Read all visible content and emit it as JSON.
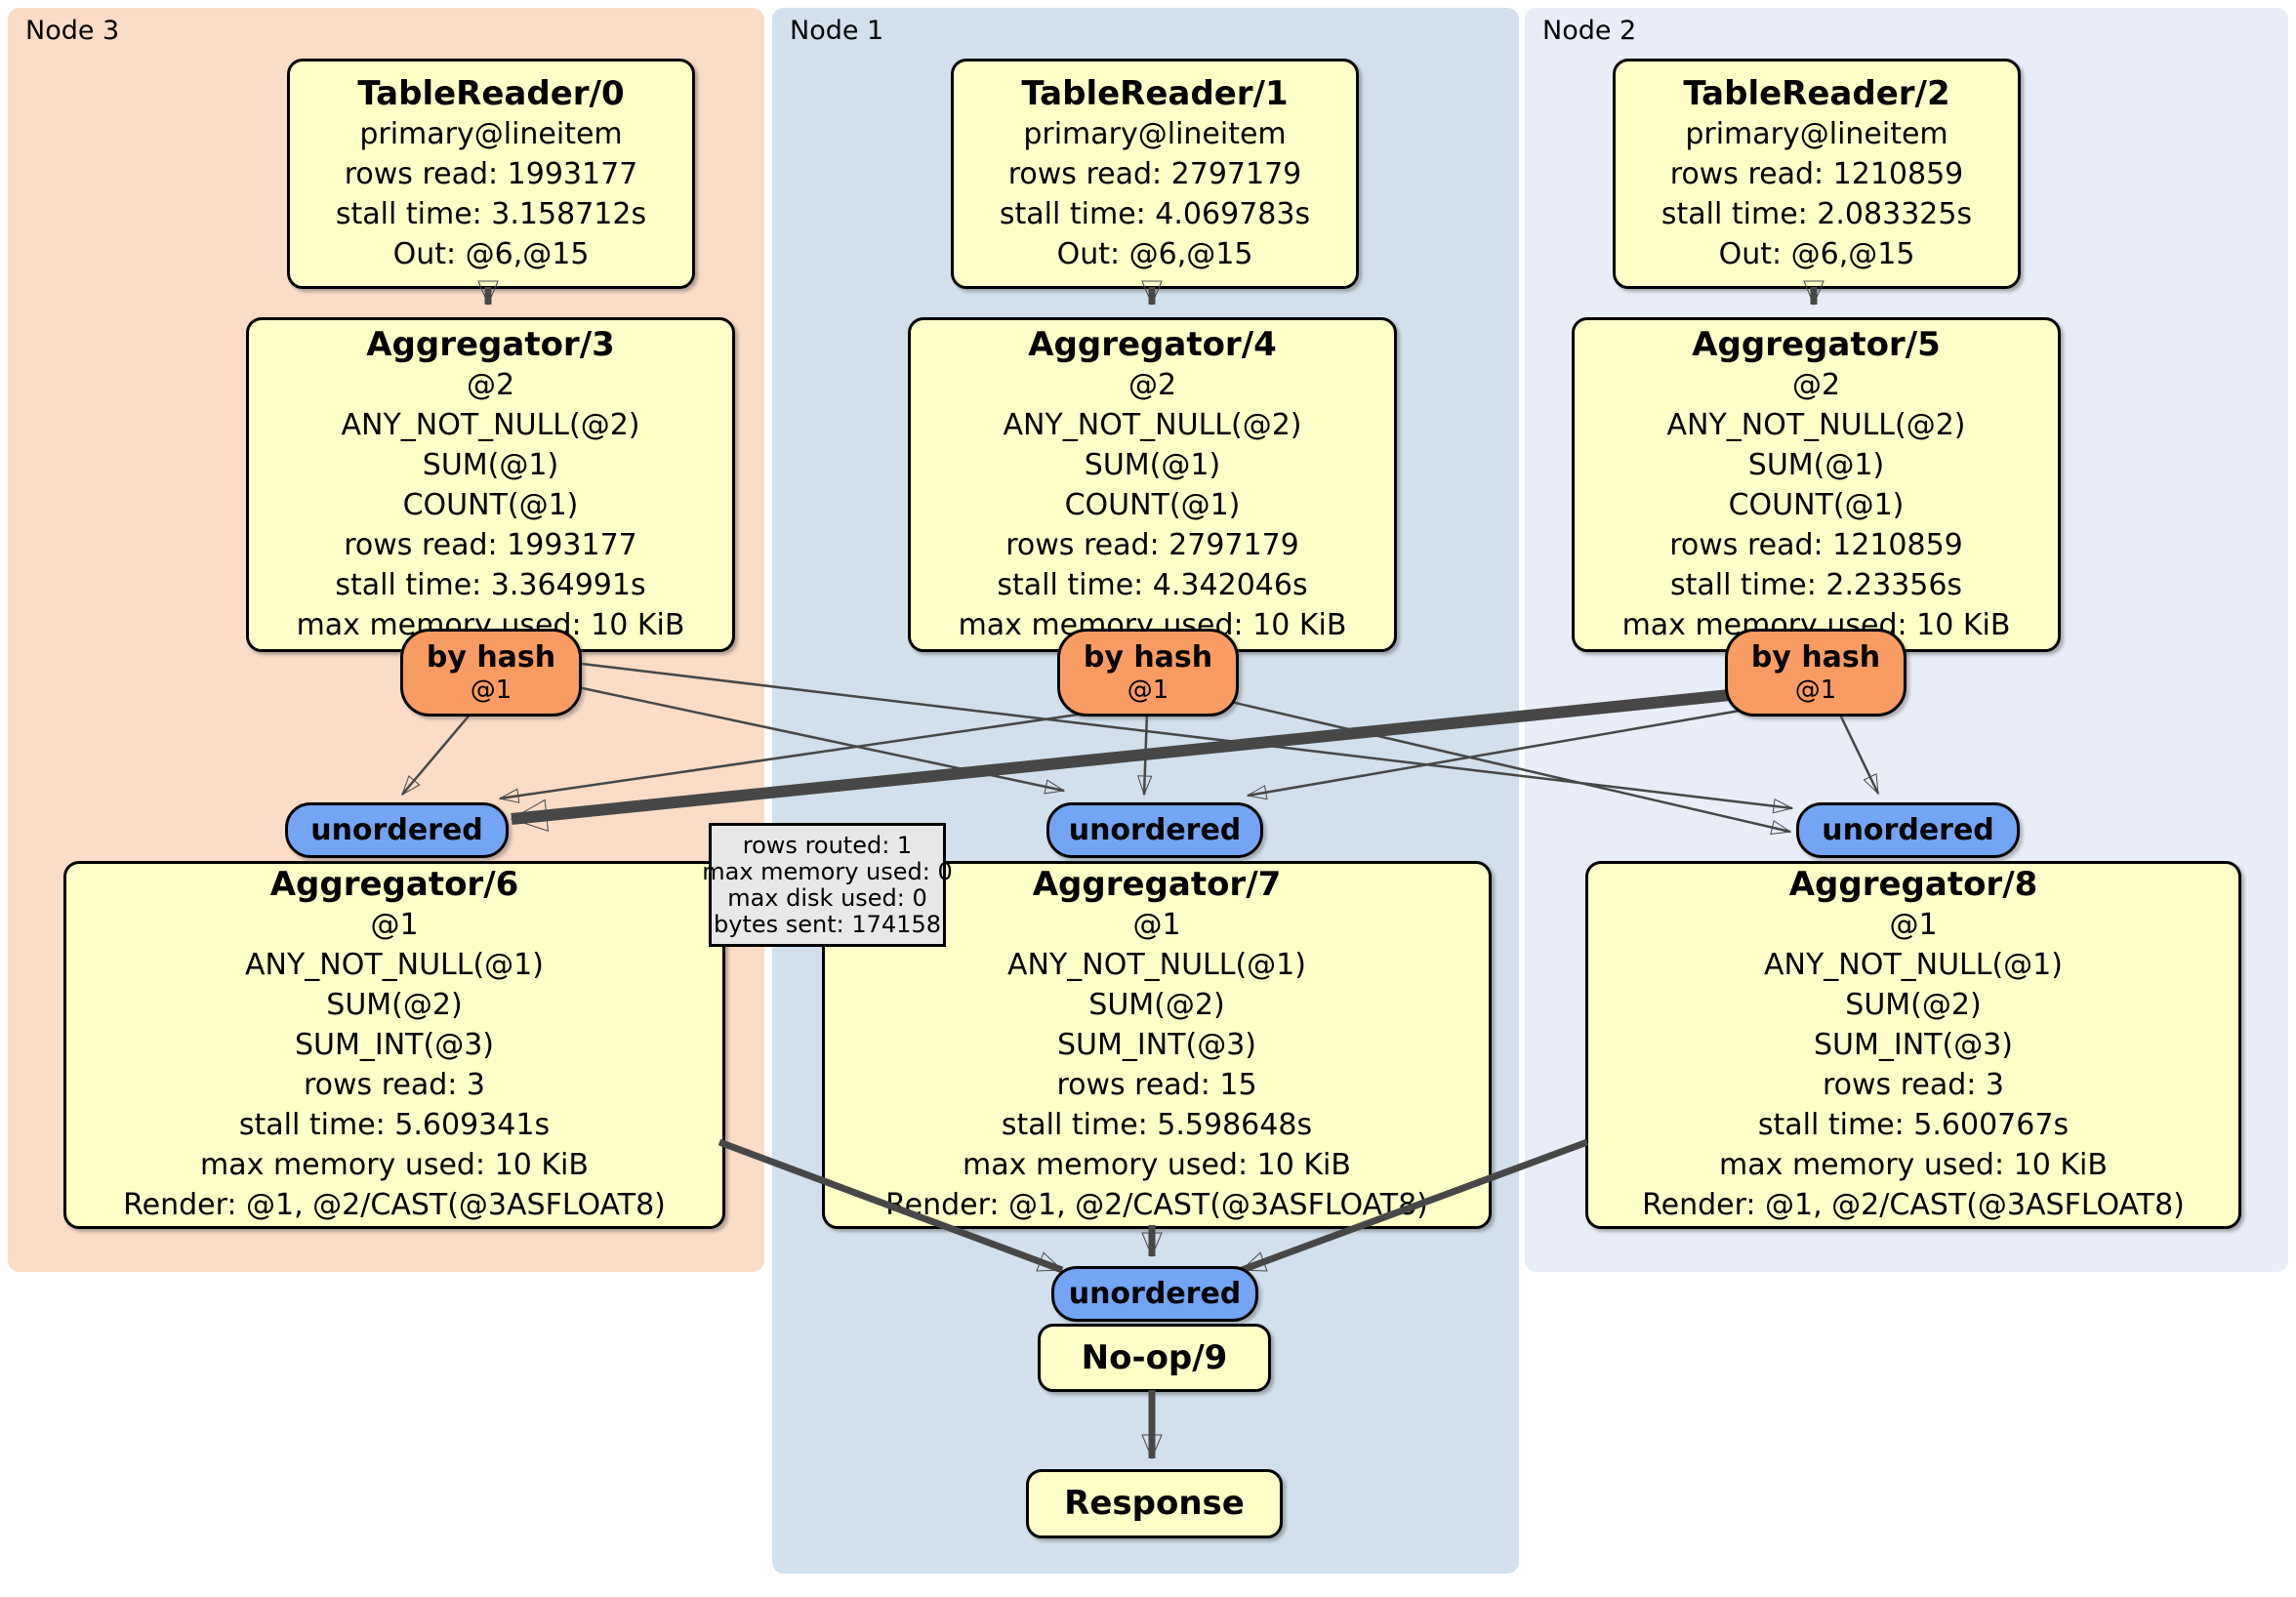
{
  "panels": [
    {
      "label": "Node 3"
    },
    {
      "label": "Node 1"
    },
    {
      "label": "Node 2"
    }
  ],
  "boxes": {
    "tr0": {
      "title": "TableReader/0",
      "lines": [
        "primary@lineitem",
        "rows read: 1993177",
        "stall time: 3.158712s",
        "Out: @6,@15"
      ]
    },
    "tr1": {
      "title": "TableReader/1",
      "lines": [
        "primary@lineitem",
        "rows read: 2797179",
        "stall time: 4.069783s",
        "Out: @6,@15"
      ]
    },
    "tr2": {
      "title": "TableReader/2",
      "lines": [
        "primary@lineitem",
        "rows read: 1210859",
        "stall time: 2.083325s",
        "Out: @6,@15"
      ]
    },
    "ag3": {
      "title": "Aggregator/3",
      "lines": [
        "@2",
        "ANY_NOT_NULL(@2)",
        "SUM(@1)",
        "COUNT(@1)",
        "rows read: 1993177",
        "stall time: 3.364991s",
        "max memory used: 10 KiB"
      ]
    },
    "ag4": {
      "title": "Aggregator/4",
      "lines": [
        "@2",
        "ANY_NOT_NULL(@2)",
        "SUM(@1)",
        "COUNT(@1)",
        "rows read: 2797179",
        "stall time: 4.342046s",
        "max memory used: 10 KiB"
      ]
    },
    "ag5": {
      "title": "Aggregator/5",
      "lines": [
        "@2",
        "ANY_NOT_NULL(@2)",
        "SUM(@1)",
        "COUNT(@1)",
        "rows read: 1210859",
        "stall time: 2.23356s",
        "max memory used: 10 KiB"
      ]
    },
    "ag6": {
      "title": "Aggregator/6",
      "lines": [
        "@1",
        "ANY_NOT_NULL(@1)",
        "SUM(@2)",
        "SUM_INT(@3)",
        "rows read: 3",
        "stall time: 5.609341s",
        "max memory used: 10 KiB",
        "Render: @1, @2/CAST(@3ASFLOAT8)"
      ]
    },
    "ag7": {
      "title": "Aggregator/7",
      "lines": [
        "@1",
        "ANY_NOT_NULL(@1)",
        "SUM(@2)",
        "SUM_INT(@3)",
        "rows read: 15",
        "stall time: 5.598648s",
        "max memory used: 10 KiB",
        "Render: @1, @2/CAST(@3ASFLOAT8)"
      ]
    },
    "ag8": {
      "title": "Aggregator/8",
      "lines": [
        "@1",
        "ANY_NOT_NULL(@1)",
        "SUM(@2)",
        "SUM_INT(@3)",
        "rows read: 3",
        "stall time: 5.600767s",
        "max memory used: 10 KiB",
        "Render: @1, @2/CAST(@3ASFLOAT8)"
      ]
    },
    "noop": {
      "title": "No-op/9"
    },
    "response": {
      "title": "Response"
    }
  },
  "router": {
    "label": "by hash",
    "key": "@1"
  },
  "stream": {
    "label": "unordered"
  },
  "tooltip": {
    "lines": [
      "rows routed: 1",
      "max memory used: 0",
      "max disk used: 0",
      "bytes sent: 174158"
    ]
  },
  "colors": {
    "node3_bg": "#FBDCC6",
    "node1_bg": "#D1E0EC",
    "node2_bg": "#E9EDF7",
    "box_bg": "#FFFFC8",
    "router_bg": "#F89C64",
    "stream_bg": "#74A4F4",
    "edge": "#474747",
    "tooltip_bg": "#E8E8E8"
  }
}
